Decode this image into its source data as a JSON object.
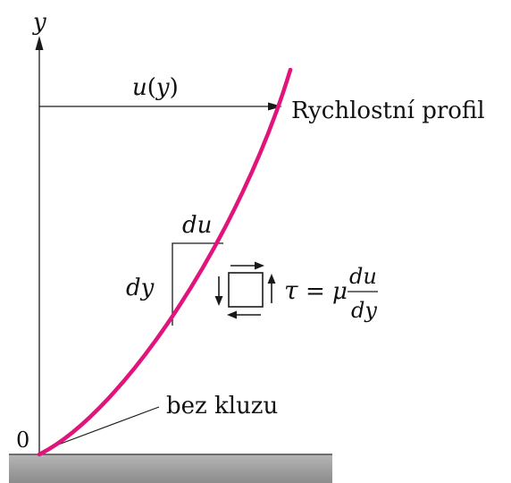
{
  "diagram": {
    "y_axis_label": "y",
    "origin_label": "0",
    "velocity_label_u": "u",
    "velocity_label_open": "(",
    "velocity_label_y": "y",
    "velocity_label_close": ")",
    "profile_label": "Rychlostní profil",
    "du_label": "du",
    "dy_label": "dy",
    "tau_symbol": "τ",
    "equals_mu": "= μ",
    "fraction_numerator": "du",
    "fraction_denominator": "dy",
    "no_slip_label": "bez kluzu",
    "colors": {
      "profile_curve": "#e0147a",
      "lines": "#1a1a1a",
      "wall": "#9a9a9a"
    }
  }
}
